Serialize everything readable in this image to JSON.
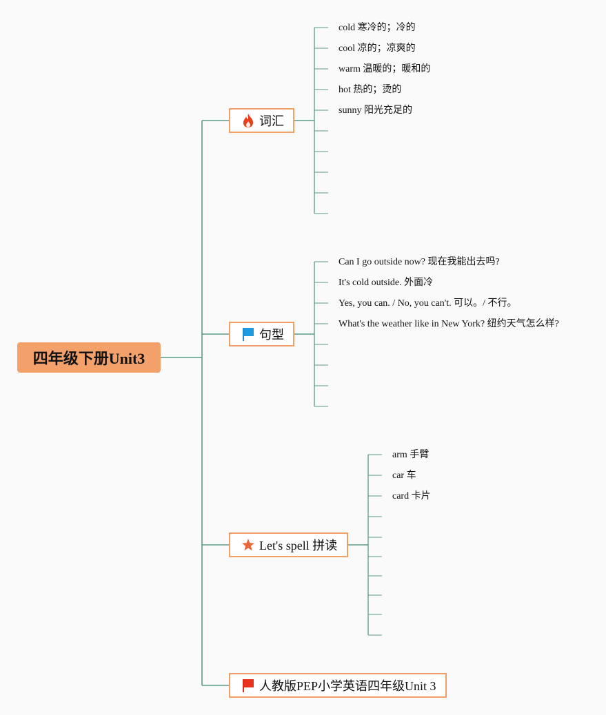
{
  "root": {
    "label": "四年级下册Unit3"
  },
  "branches": [
    {
      "label": "词汇",
      "icon": "fire-icon",
      "leaves": [
        "cold 寒冷的；冷的",
        "cool 凉的；凉爽的",
        "warm 温暖的；暖和的",
        "hot 热的；烫的",
        "sunny 阳光充足的"
      ]
    },
    {
      "label": "句型",
      "icon": "blue-flag-icon",
      "leaves": [
        "Can I go outside now? 现在我能出去吗?",
        "It's cold outside. 外面冷",
        "Yes, you can. / No, you can't. 可以。/ 不行。",
        "What's the weather like in New York? 纽约天气怎么样?"
      ]
    },
    {
      "label": "Let's spell 拼读",
      "icon": "star-icon",
      "leaves": [
        "arm 手臂",
        "car 车",
        "card 卡片"
      ]
    },
    {
      "label": "人教版PEP小学英语四年级Unit 3",
      "icon": "red-flag-icon",
      "leaves": []
    }
  ],
  "colors": {
    "root_fill": "#f3a06a",
    "node_border": "#f0a066",
    "line": "#5a9a88"
  }
}
